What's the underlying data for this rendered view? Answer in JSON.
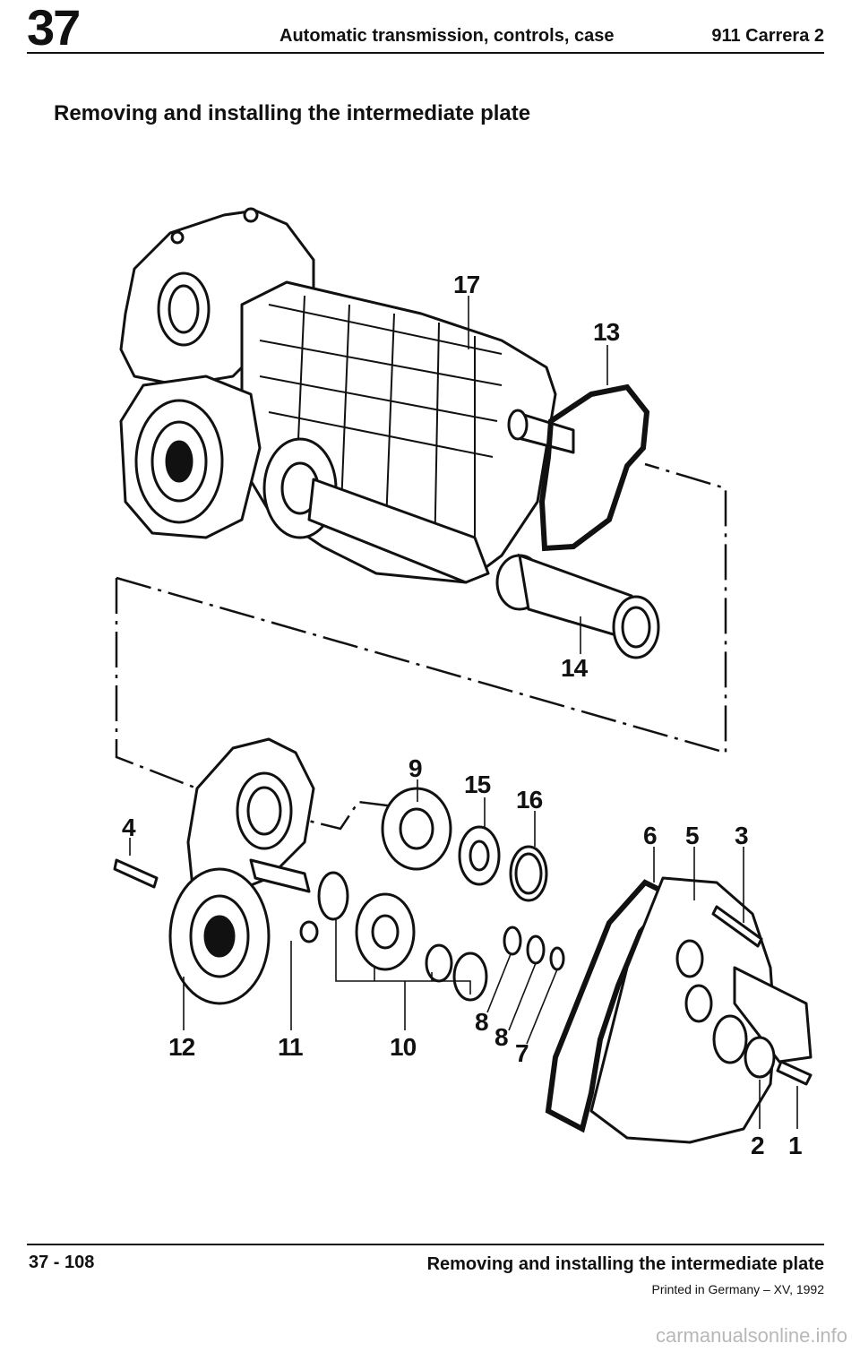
{
  "header": {
    "chapter": "37",
    "title": "Automatic transmission, controls, case",
    "model": "911 Carrera 2"
  },
  "section_title": "Removing and installing the intermediate plate",
  "diagram": {
    "callouts": {
      "c1": "1",
      "c2": "2",
      "c3": "3",
      "c4": "4",
      "c5": "5",
      "c6": "6",
      "c7": "7",
      "c8a": "8",
      "c8b": "8",
      "c9": "9",
      "c10": "10",
      "c11": "11",
      "c12": "12",
      "c13": "13",
      "c14": "14",
      "c15": "15",
      "c16": "16",
      "c17": "17"
    }
  },
  "footer": {
    "page_number": "37 - 108",
    "title": "Removing and installing the intermediate plate",
    "print_note": "Printed in Germany – XV, 1992"
  },
  "watermark": "carmanualsonline.info"
}
